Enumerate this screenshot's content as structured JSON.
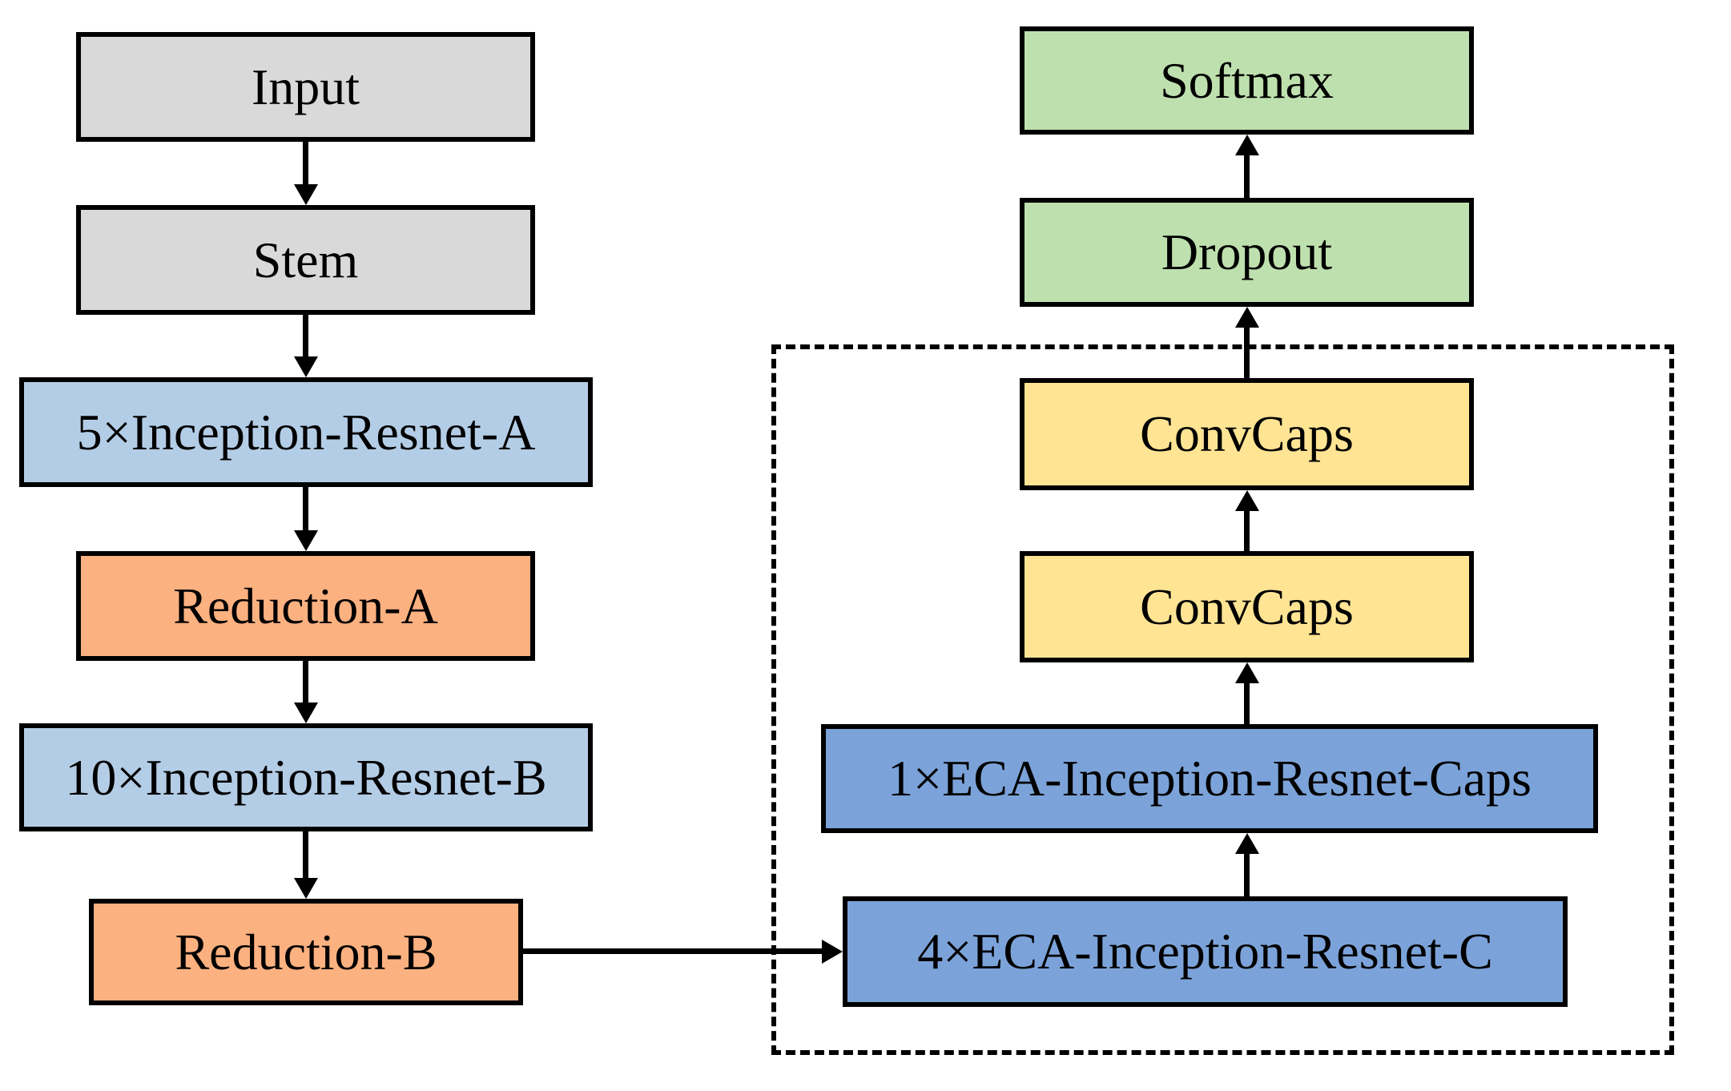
{
  "nodes": {
    "input": {
      "label": "Input"
    },
    "stem": {
      "label": "Stem"
    },
    "inception_resnet_a": {
      "label": "5×Inception-Resnet-A"
    },
    "reduction_a": {
      "label": "Reduction-A"
    },
    "inception_resnet_b": {
      "label": "10×Inception-Resnet-B"
    },
    "reduction_b": {
      "label": "Reduction-B"
    },
    "eca_inception_resnet_c": {
      "label": "4×ECA-Inception-Resnet-C"
    },
    "eca_inception_resnet_caps": {
      "label": "1×ECA-Inception-Resnet-Caps"
    },
    "convcaps_lower": {
      "label": "ConvCaps"
    },
    "convcaps_upper": {
      "label": "ConvCaps"
    },
    "dropout": {
      "label": "Dropout"
    },
    "softmax": {
      "label": "Softmax"
    }
  },
  "colors": {
    "gray": "#D9D9D9",
    "lightblue": "#B4CDE6",
    "orange": "#FCB180",
    "blue": "#7CA3D9",
    "yellow": "#FFE494",
    "green": "#BEE0AE",
    "line": "#000000"
  }
}
